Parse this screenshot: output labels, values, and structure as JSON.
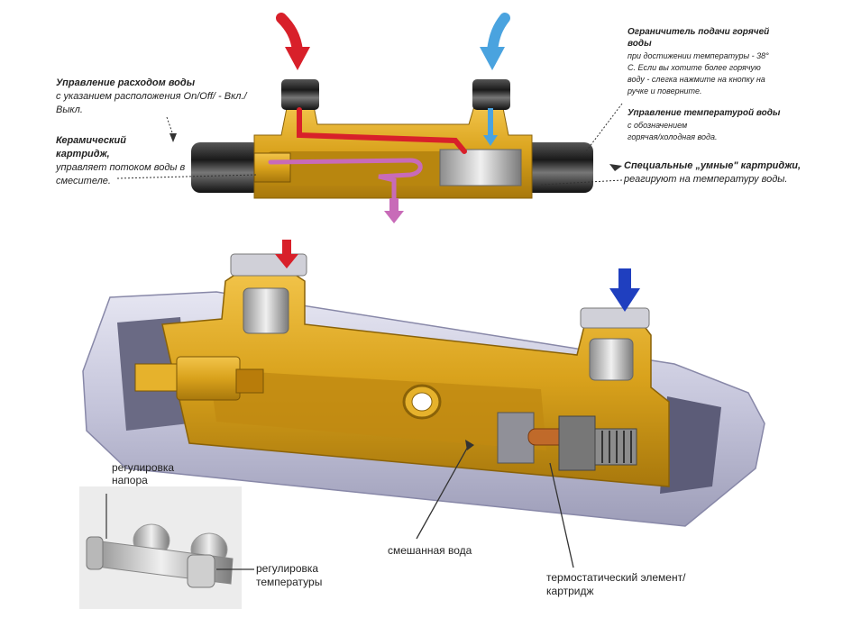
{
  "top_labels": {
    "flow_control": {
      "title": "Управление расходом воды",
      "lines": [
        "с указанием расположения On/Off/ - Вкл./",
        "Выкл."
      ]
    },
    "ceramic": {
      "title_lines": [
        "Керамический",
        "картридж,"
      ],
      "lines": [
        "управляет потоком воды в",
        "смесителе."
      ]
    },
    "hot_limiter": {
      "title_lines": [
        "Ограничитель подачи горячей",
        "воды"
      ],
      "lines": [
        "при достижении температуры - 38°",
        "С. Если вы хотите более горячую",
        "воду - слегка нажмите на кнопку на",
        "ручке и поверните."
      ]
    },
    "temp_control": {
      "title": "Управление температурой воды",
      "lines": [
        "с обозначением",
        "горячая/холодная вода."
      ]
    },
    "smart": {
      "title": "Специальные „умные\" картриджи,",
      "line": "реагируют на температуру воды."
    }
  },
  "bottom_labels": {
    "pressure": [
      "регулировка",
      "напора"
    ],
    "temperature": [
      "регулировка",
      "температуры"
    ],
    "mixed": "смешанная вода",
    "thermo": [
      "термостатический элемент/",
      "картридж"
    ]
  },
  "colors": {
    "hot": "#d8202a",
    "cold": "#4aa3df",
    "cold_dark": "#1f3fbf",
    "mixed": "#c86bb8",
    "brass": "#d9a21c",
    "brass_dark": "#a8780c",
    "body_shell": "#c9c9de",
    "chrome": "#2b2b2b"
  }
}
